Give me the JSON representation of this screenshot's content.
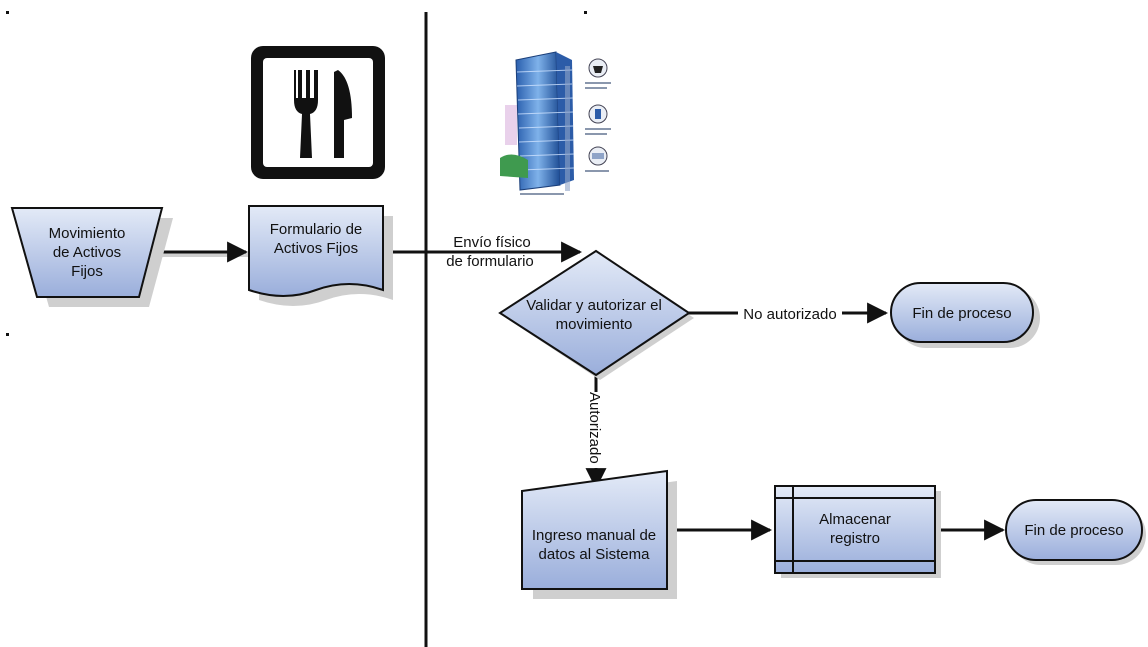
{
  "colors": {
    "shape_fill_top": "#dde6f5",
    "shape_fill_bottom": "#9fb3dc",
    "stroke": "#111111",
    "shadow": "#cfcfcf",
    "icon_black": "#111111"
  },
  "nodes": {
    "manual_op": {
      "line1": "Movimiento",
      "line2": "de Activos",
      "line3": "Fijos"
    },
    "document": {
      "line1": "Formulario de",
      "line2": "Activos Fijos"
    },
    "decision": {
      "line1": "Validar y autorizar el",
      "line2": "movimiento"
    },
    "end_top": {
      "label": "Fin de proceso"
    },
    "manual_input": {
      "line1": "Ingreso manual de",
      "line2": "datos al Sistema"
    },
    "process": {
      "line1": "Almacenar",
      "line2": "registro"
    },
    "end_bottom": {
      "label": "Fin de proceso"
    }
  },
  "edges": {
    "envio_line1": "Envío físico",
    "envio_line2": "de formulario",
    "no_autorizado": "No autorizado",
    "autorizado": "Autorizado"
  },
  "icons": {
    "left": "fork-knife-icon",
    "right": "building-distribution-icon"
  }
}
